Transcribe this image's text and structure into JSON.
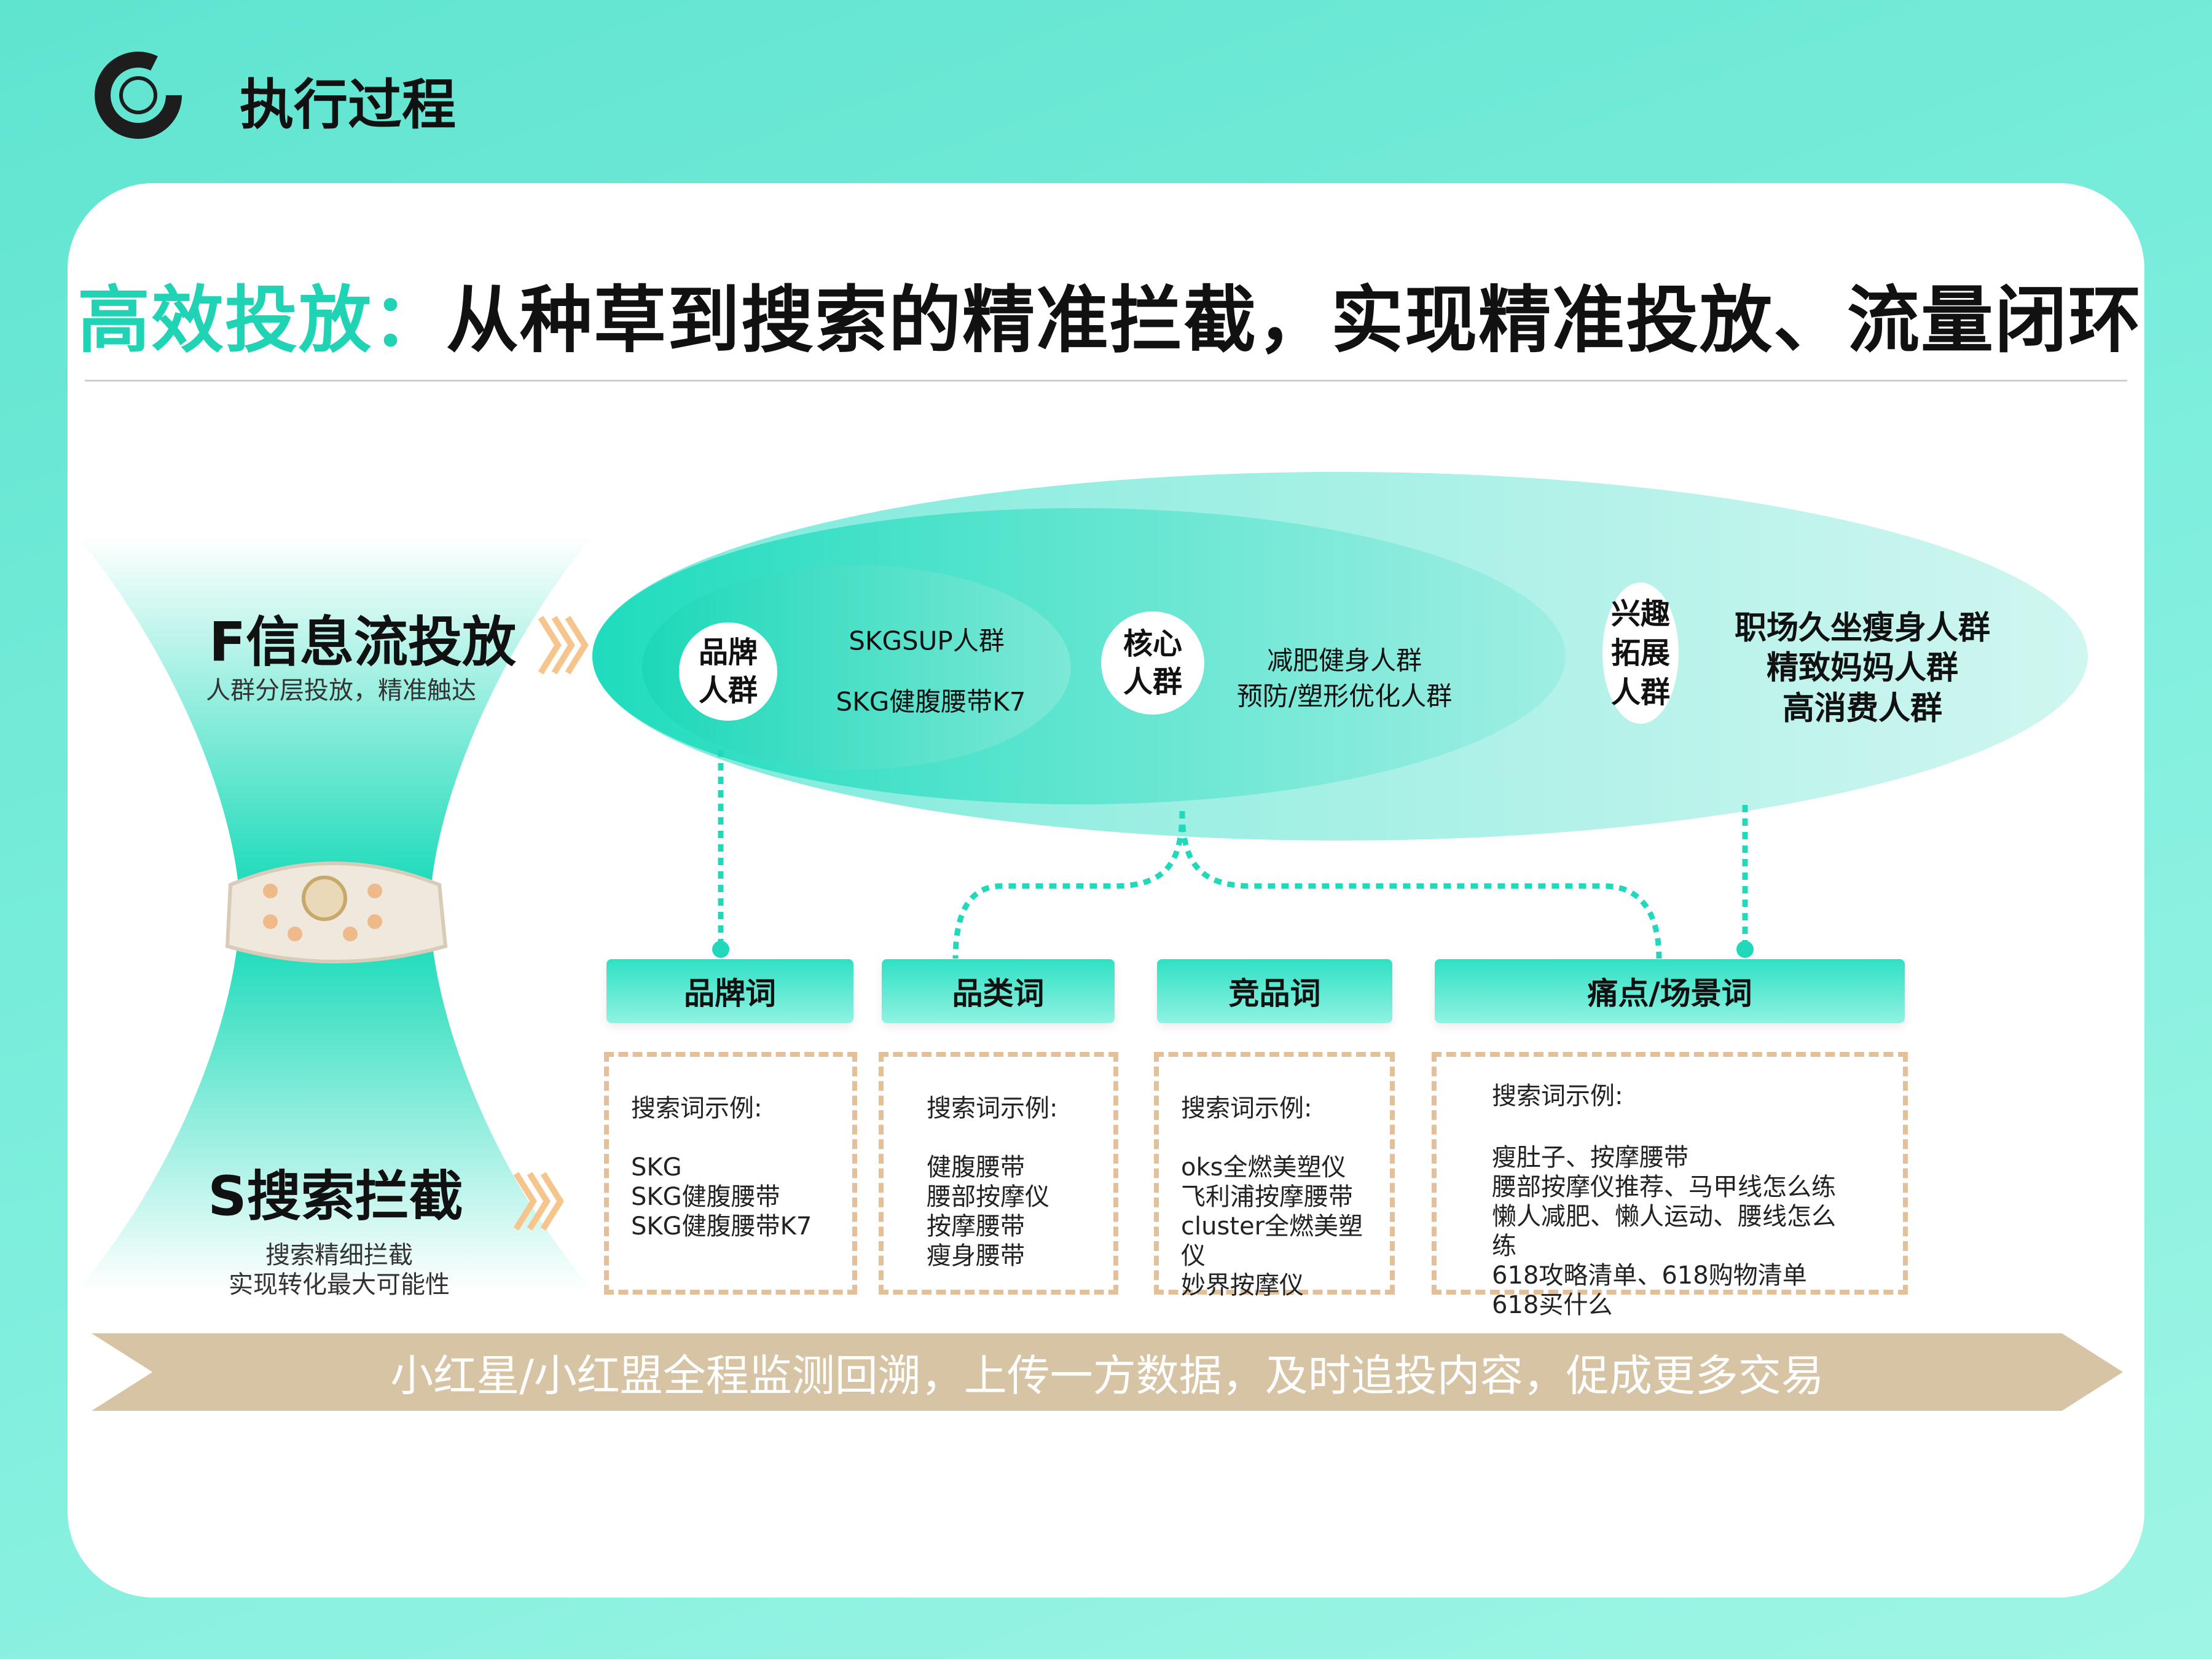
{
  "header": {
    "title": "执行过程",
    "logo_icon": "ring-logo-icon"
  },
  "headline": {
    "highlight": "高效投放：",
    "text": "从种草到搜索的精准拦截，实现精准投放、流量闭环"
  },
  "funnel": {
    "f_title": "F信息流投放",
    "f_sub": "人群分层投放，精准触达",
    "s_title": "S搜索拦截",
    "s_sub1": "搜索精细拦截",
    "s_sub2": "实现转化最大可能性"
  },
  "audiences": {
    "brand": {
      "label1": "品牌",
      "label2": "人群",
      "items": [
        "SKGSUP人群",
        "SKG健腹腰带K7"
      ]
    },
    "core": {
      "label1": "核心",
      "label2": "人群",
      "items": [
        "减肥健身人群",
        "预防/塑形优化人群"
      ]
    },
    "interest": {
      "label1": "兴趣",
      "label2": "拓展",
      "label3": "人群",
      "items": [
        "职场久坐瘦身人群",
        "精致妈妈人群",
        "高消费人群"
      ]
    }
  },
  "keywords": [
    {
      "label": "品牌词",
      "title": "搜索词示例:",
      "items": [
        "SKG",
        "SKG健腹腰带",
        "SKG健腹腰带K7"
      ]
    },
    {
      "label": "品类词",
      "title": "搜索词示例:",
      "items": [
        "健腹腰带",
        "腰部按摩仪",
        "按摩腰带",
        "瘦身腰带"
      ]
    },
    {
      "label": "竞品词",
      "title": "搜索词示例:",
      "items": [
        "oks全燃美塑仪",
        "飞利浦按摩腰带",
        "cluster全燃美塑仪",
        "妙界按摩仪"
      ]
    },
    {
      "label": "痛点/场景词",
      "title": "搜索词示例:",
      "items": [
        "瘦肚子、按摩腰带",
        "腰部按摩仪推荐、马甲线怎么练",
        "懒人减肥、懒人运动、腰线怎么练",
        "618攻略清单、618购物清单",
        "618买什么"
      ]
    }
  ],
  "banner": {
    "text": "小红星/小红盟全程监测回溯，上传一方数据，及时追投内容，促成更多交易"
  },
  "colors": {
    "accent": "#20d3b5",
    "banner": "#d7c4a4",
    "dash": "#e4c09a"
  }
}
